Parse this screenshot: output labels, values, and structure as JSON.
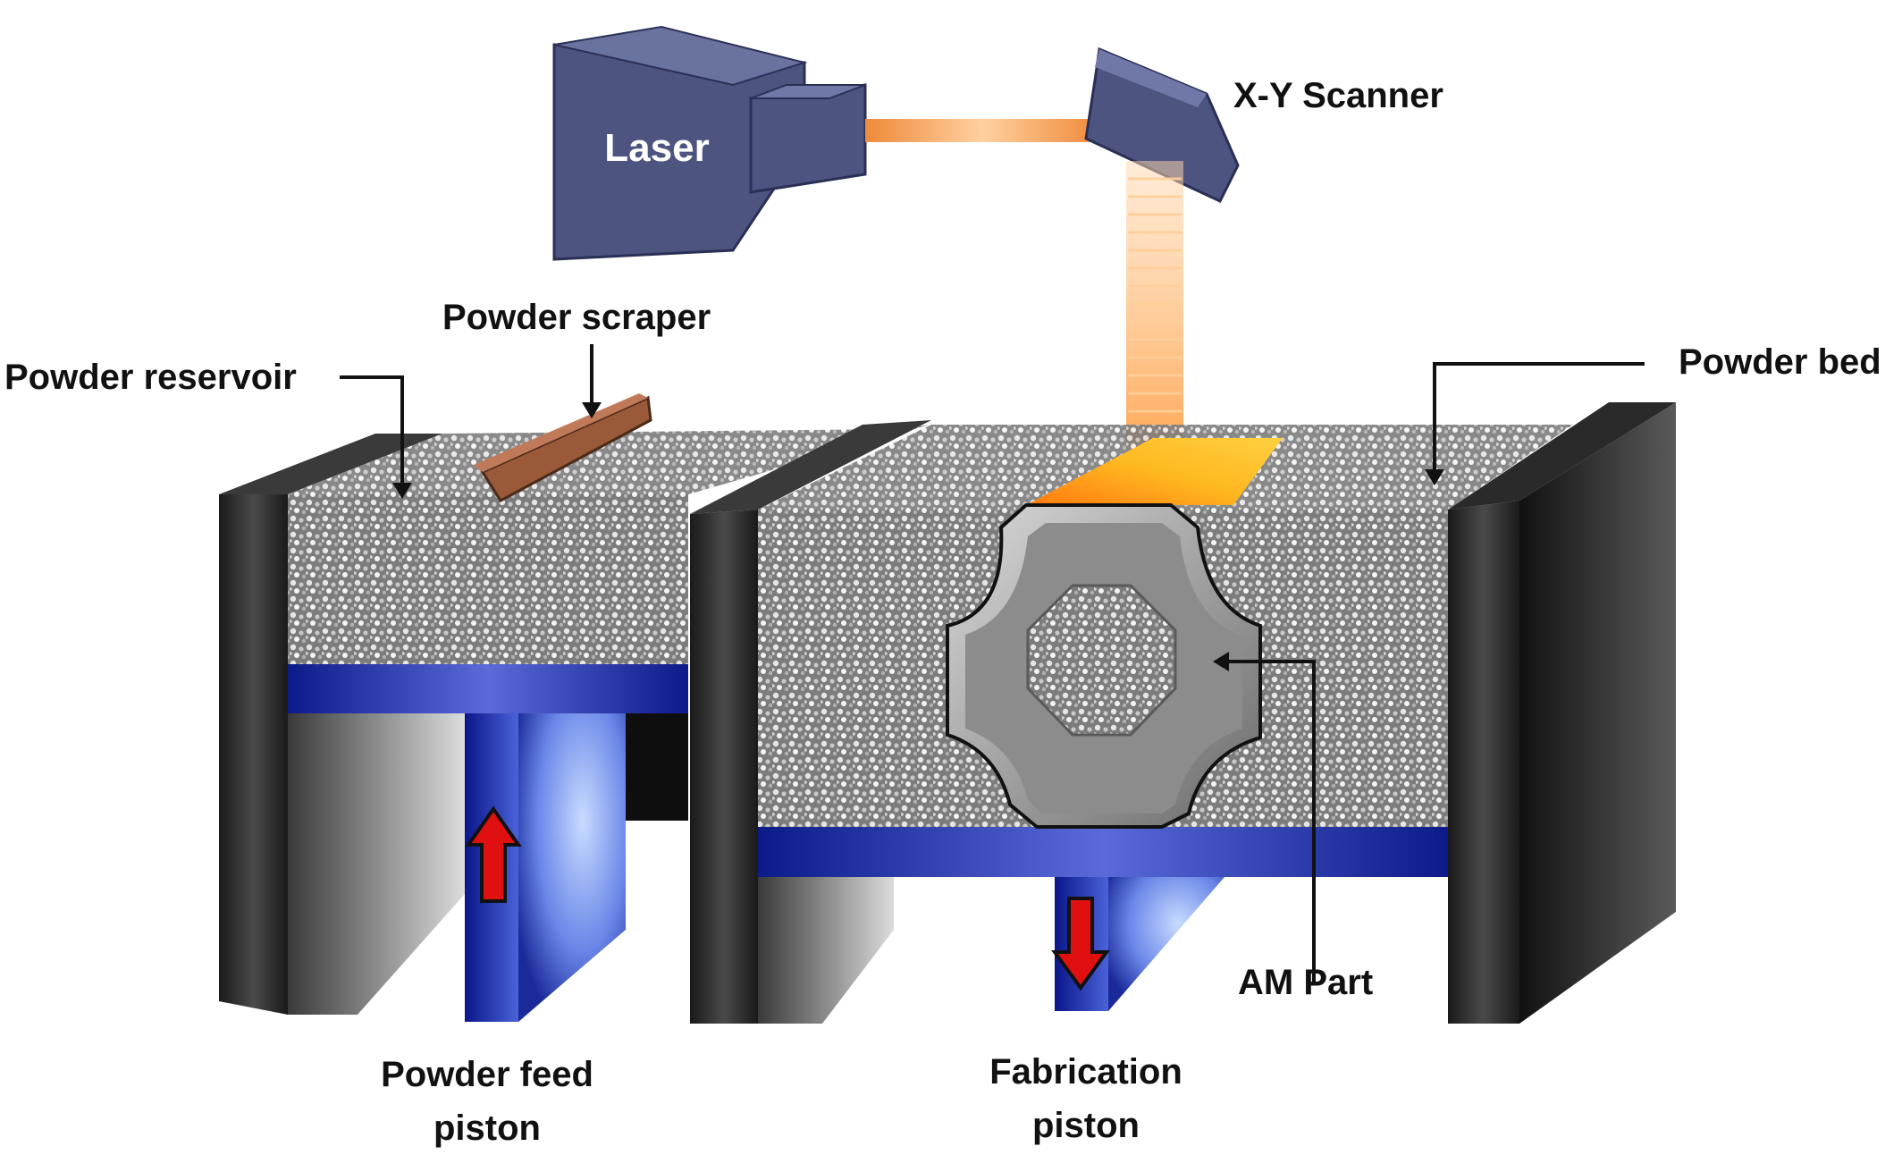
{
  "labels": {
    "laser": "Laser",
    "xy_scanner": "X-Y Scanner",
    "powder_scraper": "Powder scraper",
    "powder_reservoir": "Powder reservoir",
    "powder_bed": "Powder bed",
    "am_part": "AM Part",
    "powder_feed_piston_line1": "Powder feed",
    "powder_feed_piston_line2": "piston",
    "fabrication_piston_line1": "Fabrication",
    "fabrication_piston_line2": "piston"
  },
  "colors": {
    "laser_box": "#4d5480",
    "beam": "#f4a35a",
    "powder": "#8a8a8a",
    "wall": "#2a2a2a",
    "piston": "#2a3aa8",
    "arrow": "#e01010",
    "scraper": "#9a5a3a",
    "melt_pool": "#ffb020",
    "part": "#8c8c8c"
  },
  "icons": {
    "up_arrow": "red-up-arrow",
    "down_arrow": "red-down-arrow"
  }
}
